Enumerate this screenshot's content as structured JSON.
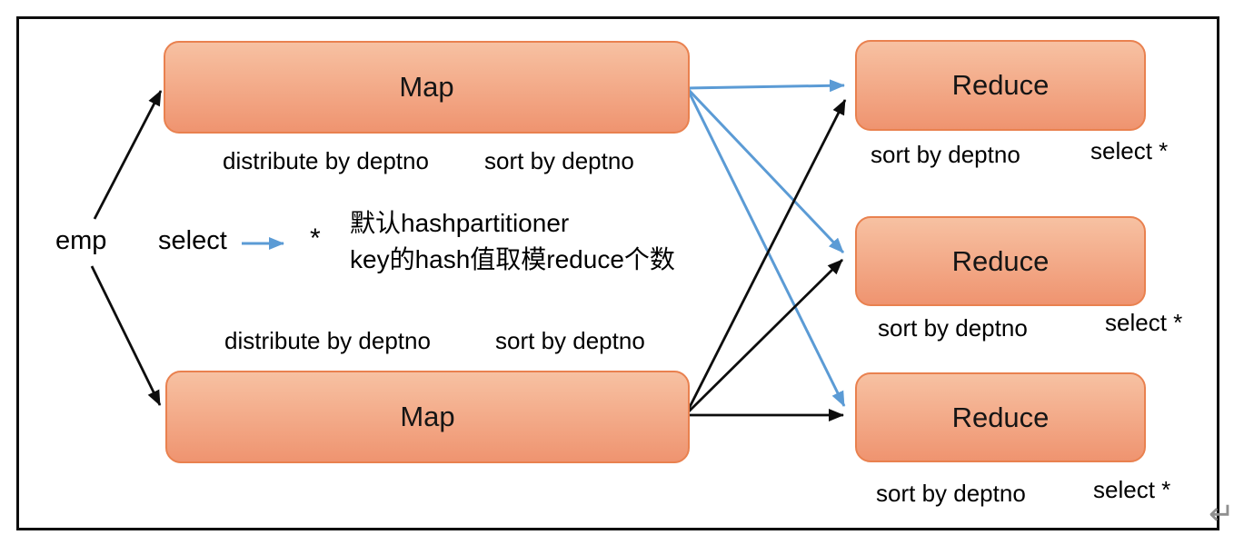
{
  "colors": {
    "arrow_black": "#0d0d0d",
    "arrow_blue": "#5b9bd5",
    "box_fill_top": "#f7c1a2",
    "box_fill_bottom": "#ef9470",
    "box_border": "#e9814f",
    "frame_border": "#0d0d0d",
    "text": "#000000",
    "return_mark_gray": "#8f8f8f"
  },
  "nodes": {
    "map_top": {
      "label": "Map"
    },
    "map_bottom": {
      "label": "Map"
    },
    "reduce_top": {
      "label": "Reduce"
    },
    "reduce_middle": {
      "label": "Reduce"
    },
    "reduce_bottom": {
      "label": "Reduce"
    }
  },
  "labels": {
    "emp": "emp",
    "select": "select",
    "star": "*",
    "note_line1": "默认hashpartitioner",
    "note_line2": "key的hash值取模reduce个数",
    "map_top_distribute": "distribute by deptno",
    "map_top_sort": "sort by deptno",
    "map_bottom_distribute": "distribute by deptno",
    "map_bottom_sort": "sort by deptno",
    "reduce_top_sort": "sort by deptno",
    "reduce_top_select": "select *",
    "reduce_middle_sort": "sort by deptno",
    "reduce_middle_select": "select *",
    "reduce_bottom_sort": "sort by deptno",
    "reduce_bottom_select": "select *",
    "return_mark": "↵"
  },
  "connections": [
    {
      "from": "emp",
      "to": "map_top",
      "color": "black"
    },
    {
      "from": "emp",
      "to": "map_bottom",
      "color": "black"
    },
    {
      "from": "select",
      "to": "star",
      "color": "blue"
    },
    {
      "from": "map_top",
      "to": "reduce_top",
      "color": "blue"
    },
    {
      "from": "map_top",
      "to": "reduce_middle",
      "color": "blue"
    },
    {
      "from": "map_top",
      "to": "reduce_bottom",
      "color": "blue"
    },
    {
      "from": "map_bottom",
      "to": "reduce_top",
      "color": "black"
    },
    {
      "from": "map_bottom",
      "to": "reduce_middle",
      "color": "black"
    },
    {
      "from": "map_bottom",
      "to": "reduce_bottom",
      "color": "black"
    }
  ]
}
